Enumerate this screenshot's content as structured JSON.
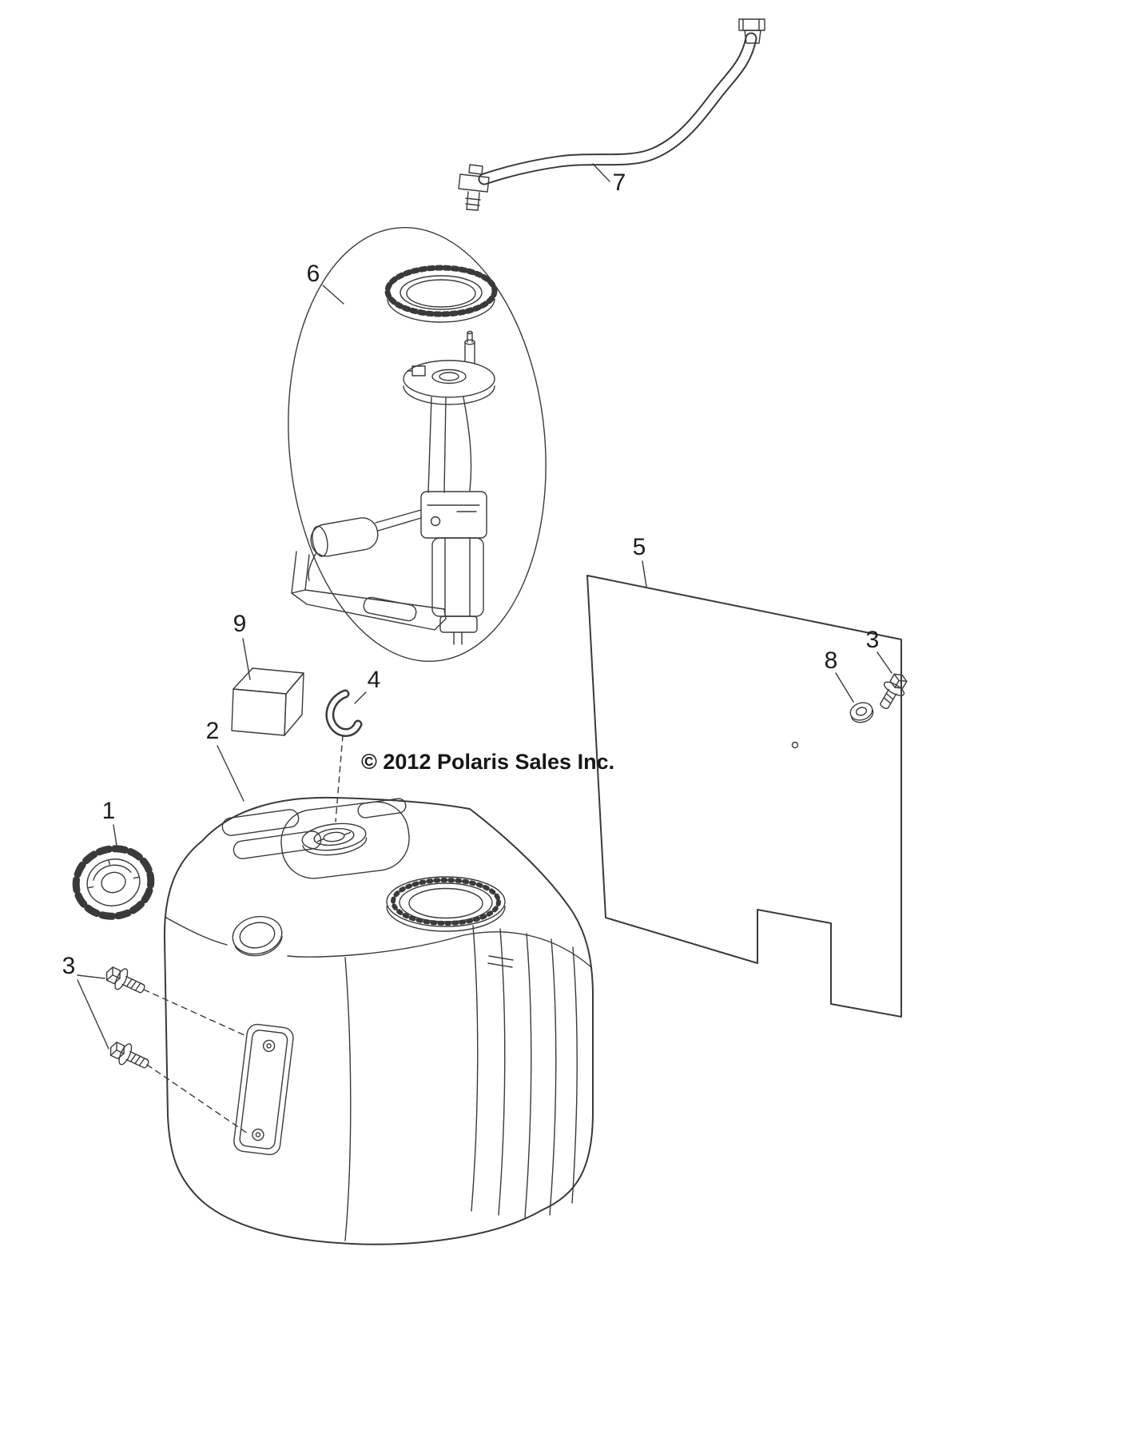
{
  "copyright": "© 2012 Polaris Sales Inc.",
  "ink_color": "#3a3a3a",
  "callouts": {
    "c1": "1",
    "c2": "2",
    "c3_left": "3",
    "c3_right": "3",
    "c4": "4",
    "c5": "5",
    "c6": "6",
    "c7": "7",
    "c8": "8",
    "c9": "9"
  }
}
